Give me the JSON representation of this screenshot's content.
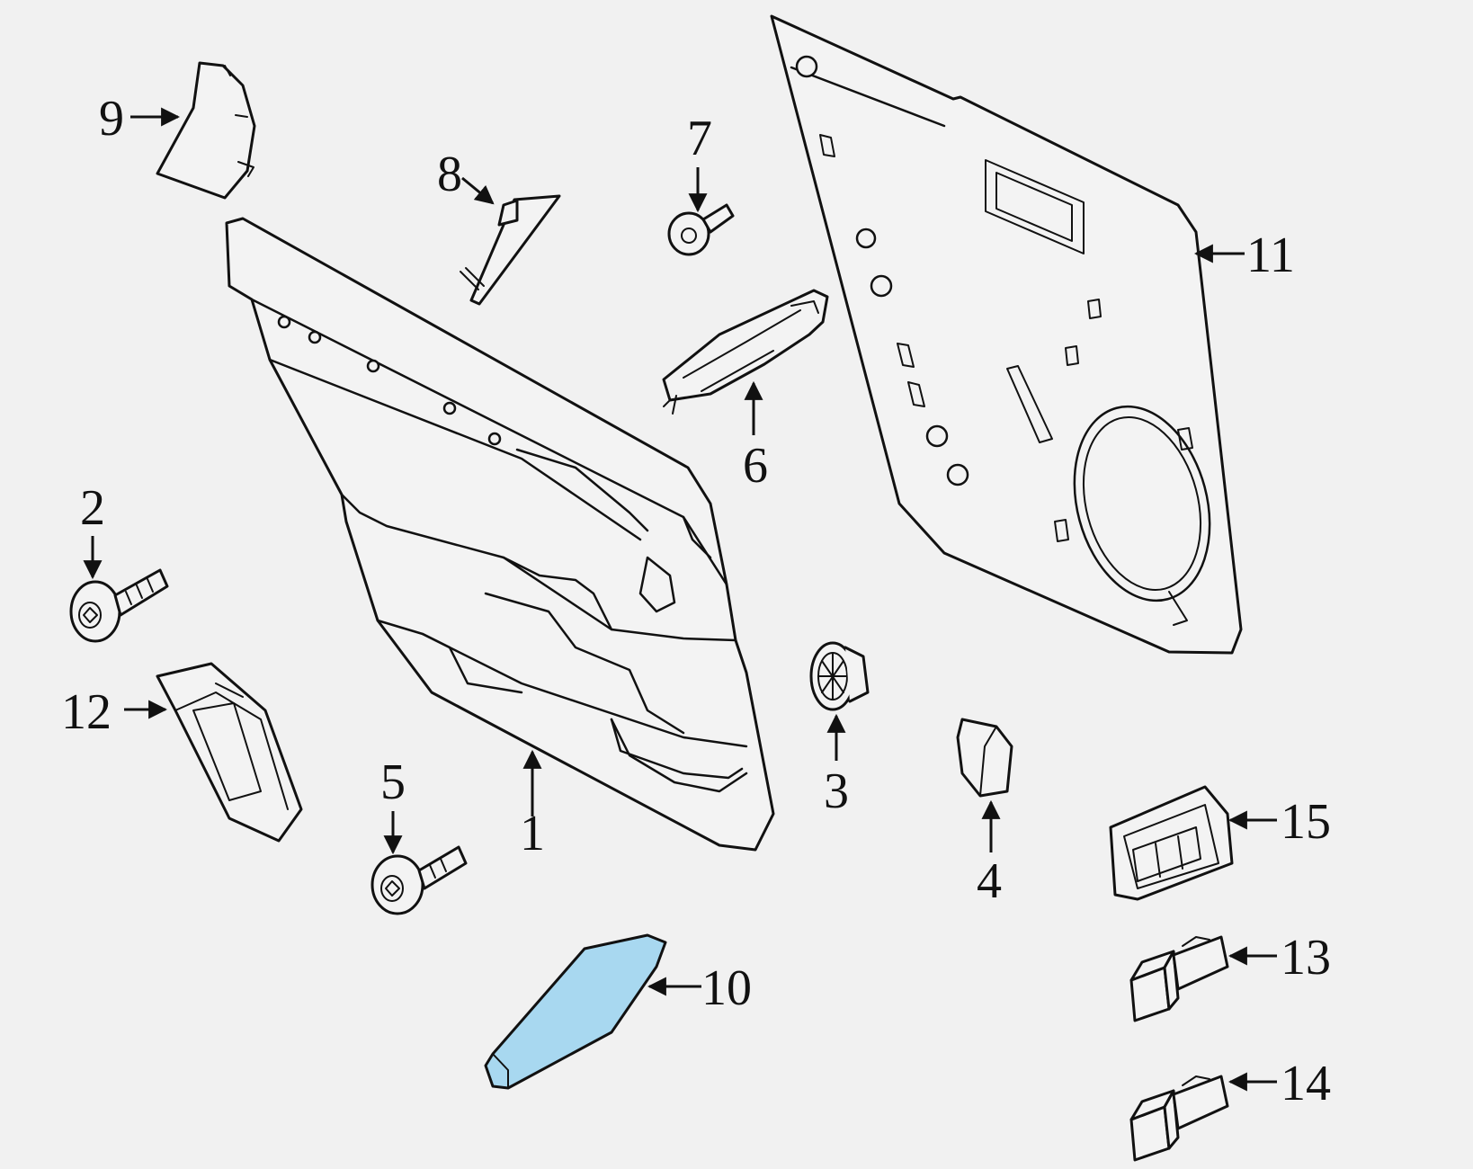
{
  "colors": {
    "background": "#f1f1f1",
    "line": "#111111",
    "part_fill": "#f3f3f3",
    "highlight_fill": "#a8d8f0"
  },
  "callouts": [
    {
      "id": "1",
      "label": "1"
    },
    {
      "id": "2",
      "label": "2"
    },
    {
      "id": "3",
      "label": "3"
    },
    {
      "id": "4",
      "label": "4"
    },
    {
      "id": "5",
      "label": "5"
    },
    {
      "id": "6",
      "label": "6"
    },
    {
      "id": "7",
      "label": "7"
    },
    {
      "id": "8",
      "label": "8"
    },
    {
      "id": "9",
      "label": "9"
    },
    {
      "id": "10",
      "label": "10"
    },
    {
      "id": "11",
      "label": "11"
    },
    {
      "id": "12",
      "label": "12"
    },
    {
      "id": "13",
      "label": "13"
    },
    {
      "id": "14",
      "label": "14"
    },
    {
      "id": "15",
      "label": "15"
    }
  ],
  "highlighted_part": "10"
}
